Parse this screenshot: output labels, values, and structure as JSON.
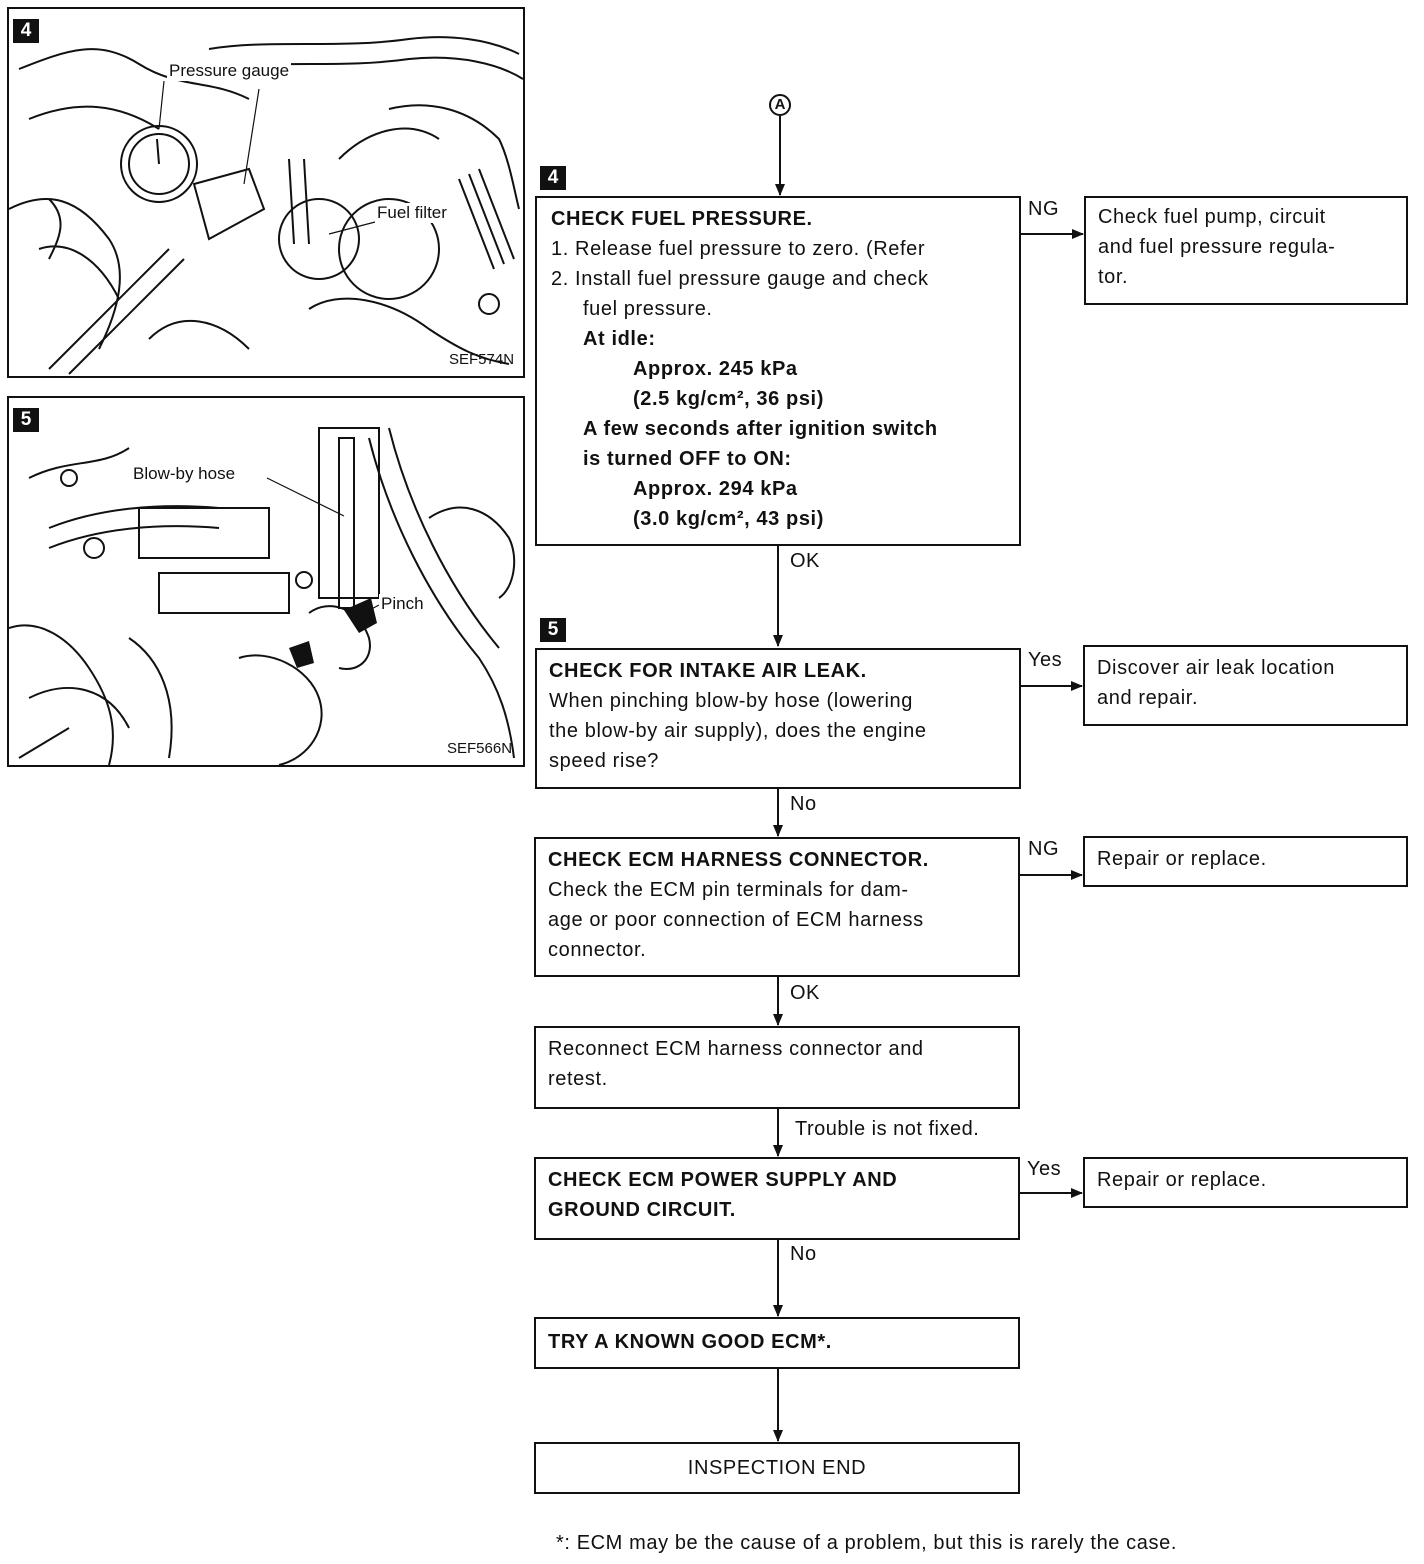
{
  "figures": {
    "fig4": {
      "badge": "4",
      "labels": {
        "pressure_gauge": "Pressure gauge",
        "fuel_filter": "Fuel filter"
      },
      "code": "SEF574N"
    },
    "fig5": {
      "badge": "5",
      "labels": {
        "blowby_hose": "Blow-by hose",
        "pinch": "Pinch"
      },
      "code": "SEF566N"
    }
  },
  "connector": "A",
  "steps": {
    "step4": {
      "badge": "4",
      "title": "CHECK FUEL PRESSURE.",
      "item1": "1. Release fuel pressure to zero. (Refer",
      "item2a": "2. Install fuel pressure gauge and check",
      "item2b": "fuel pressure.",
      "idle_label": "At idle:",
      "idle_val1": "Approx. 245 kPa",
      "idle_val2": "(2.5 kg/cm², 36 psi)",
      "after_label1": "A few seconds after ignition switch",
      "after_label2": "is turned OFF to ON:",
      "after_val1": "Approx. 294 kPa",
      "after_val2": "(3.0 kg/cm², 43 psi)"
    },
    "step5": {
      "badge": "5",
      "title": "CHECK FOR INTAKE AIR LEAK.",
      "line1": "When pinching blow-by hose (lowering",
      "line2": "the blow-by air supply), does the engine",
      "line3": "speed rise?"
    },
    "ecm_connector": {
      "title": "CHECK ECM HARNESS CONNECTOR.",
      "line1": "Check the ECM pin terminals for dam-",
      "line2": "age or poor connection of ECM harness",
      "line3": "connector."
    },
    "reconnect": {
      "line1": "Reconnect ECM harness connector and",
      "line2": "retest."
    },
    "power_supply": {
      "title1": "CHECK ECM POWER SUPPLY AND",
      "title2": "GROUND CIRCUIT."
    },
    "try_ecm": {
      "title": "TRY A KNOWN GOOD ECM*."
    },
    "end": {
      "text": "INSPECTION END"
    }
  },
  "side_boxes": {
    "fuel_pump": {
      "line1": "Check fuel pump, circuit",
      "line2": "and fuel pressure regula-",
      "line3": "tor."
    },
    "air_leak": {
      "line1": "Discover air leak location",
      "line2": "and repair."
    },
    "repair1": "Repair or replace.",
    "repair2": "Repair or replace."
  },
  "branch_labels": {
    "ng1": "NG",
    "ok1": "OK",
    "yes1": "Yes",
    "no1": "No",
    "ng2": "NG",
    "ok2": "OK",
    "not_fixed": "Trouble is not fixed.",
    "yes2": "Yes",
    "no2": "No"
  },
  "footnote": "*: ECM may be the cause of a problem, but this is rarely the case."
}
